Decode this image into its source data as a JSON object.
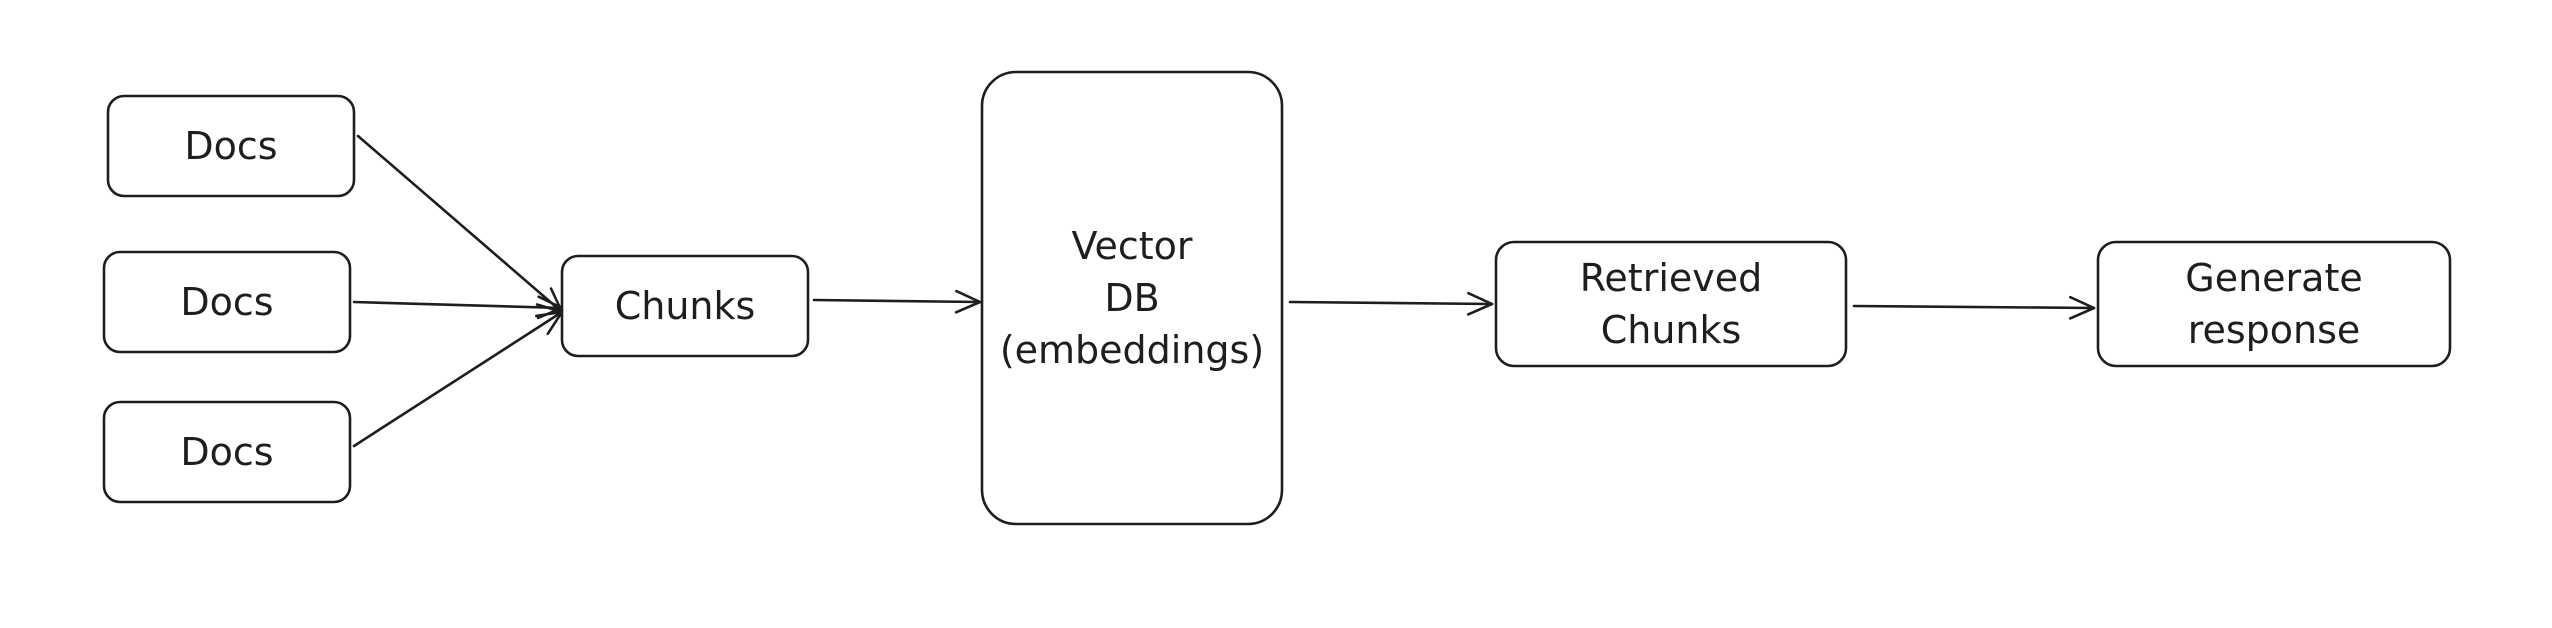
{
  "diagram": {
    "nodes": [
      {
        "id": "docs-1",
        "lines": [
          "Docs"
        ]
      },
      {
        "id": "docs-2",
        "lines": [
          "Docs"
        ]
      },
      {
        "id": "docs-3",
        "lines": [
          "Docs"
        ]
      },
      {
        "id": "chunks",
        "lines": [
          "Chunks"
        ]
      },
      {
        "id": "vector-db",
        "lines": [
          "Vector",
          "DB",
          "(embeddings)"
        ]
      },
      {
        "id": "retrieved-chunks",
        "lines": [
          "Retrieved",
          "Chunks"
        ]
      },
      {
        "id": "generate-response",
        "lines": [
          "Generate",
          "response"
        ]
      }
    ],
    "edges": [
      {
        "from": "docs-1",
        "to": "chunks"
      },
      {
        "from": "docs-2",
        "to": "chunks"
      },
      {
        "from": "docs-3",
        "to": "chunks"
      },
      {
        "from": "chunks",
        "to": "vector-db"
      },
      {
        "from": "vector-db",
        "to": "retrieved-chunks"
      },
      {
        "from": "retrieved-chunks",
        "to": "generate-response"
      }
    ]
  }
}
